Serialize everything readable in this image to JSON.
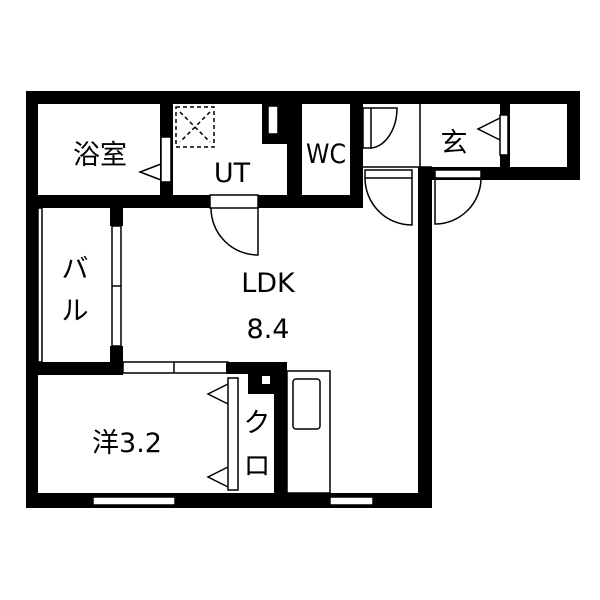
{
  "floor_plan": {
    "rooms": {
      "bath": "浴室",
      "utility": "UT",
      "toilet": "WC",
      "entrance": "玄",
      "balcony_1": "バ",
      "balcony_2": "ル",
      "ldk_name": "LDK",
      "ldk_size": "8.4",
      "western_room": "洋3.2",
      "closet_1": "ク",
      "closet_2": "ロ"
    }
  }
}
